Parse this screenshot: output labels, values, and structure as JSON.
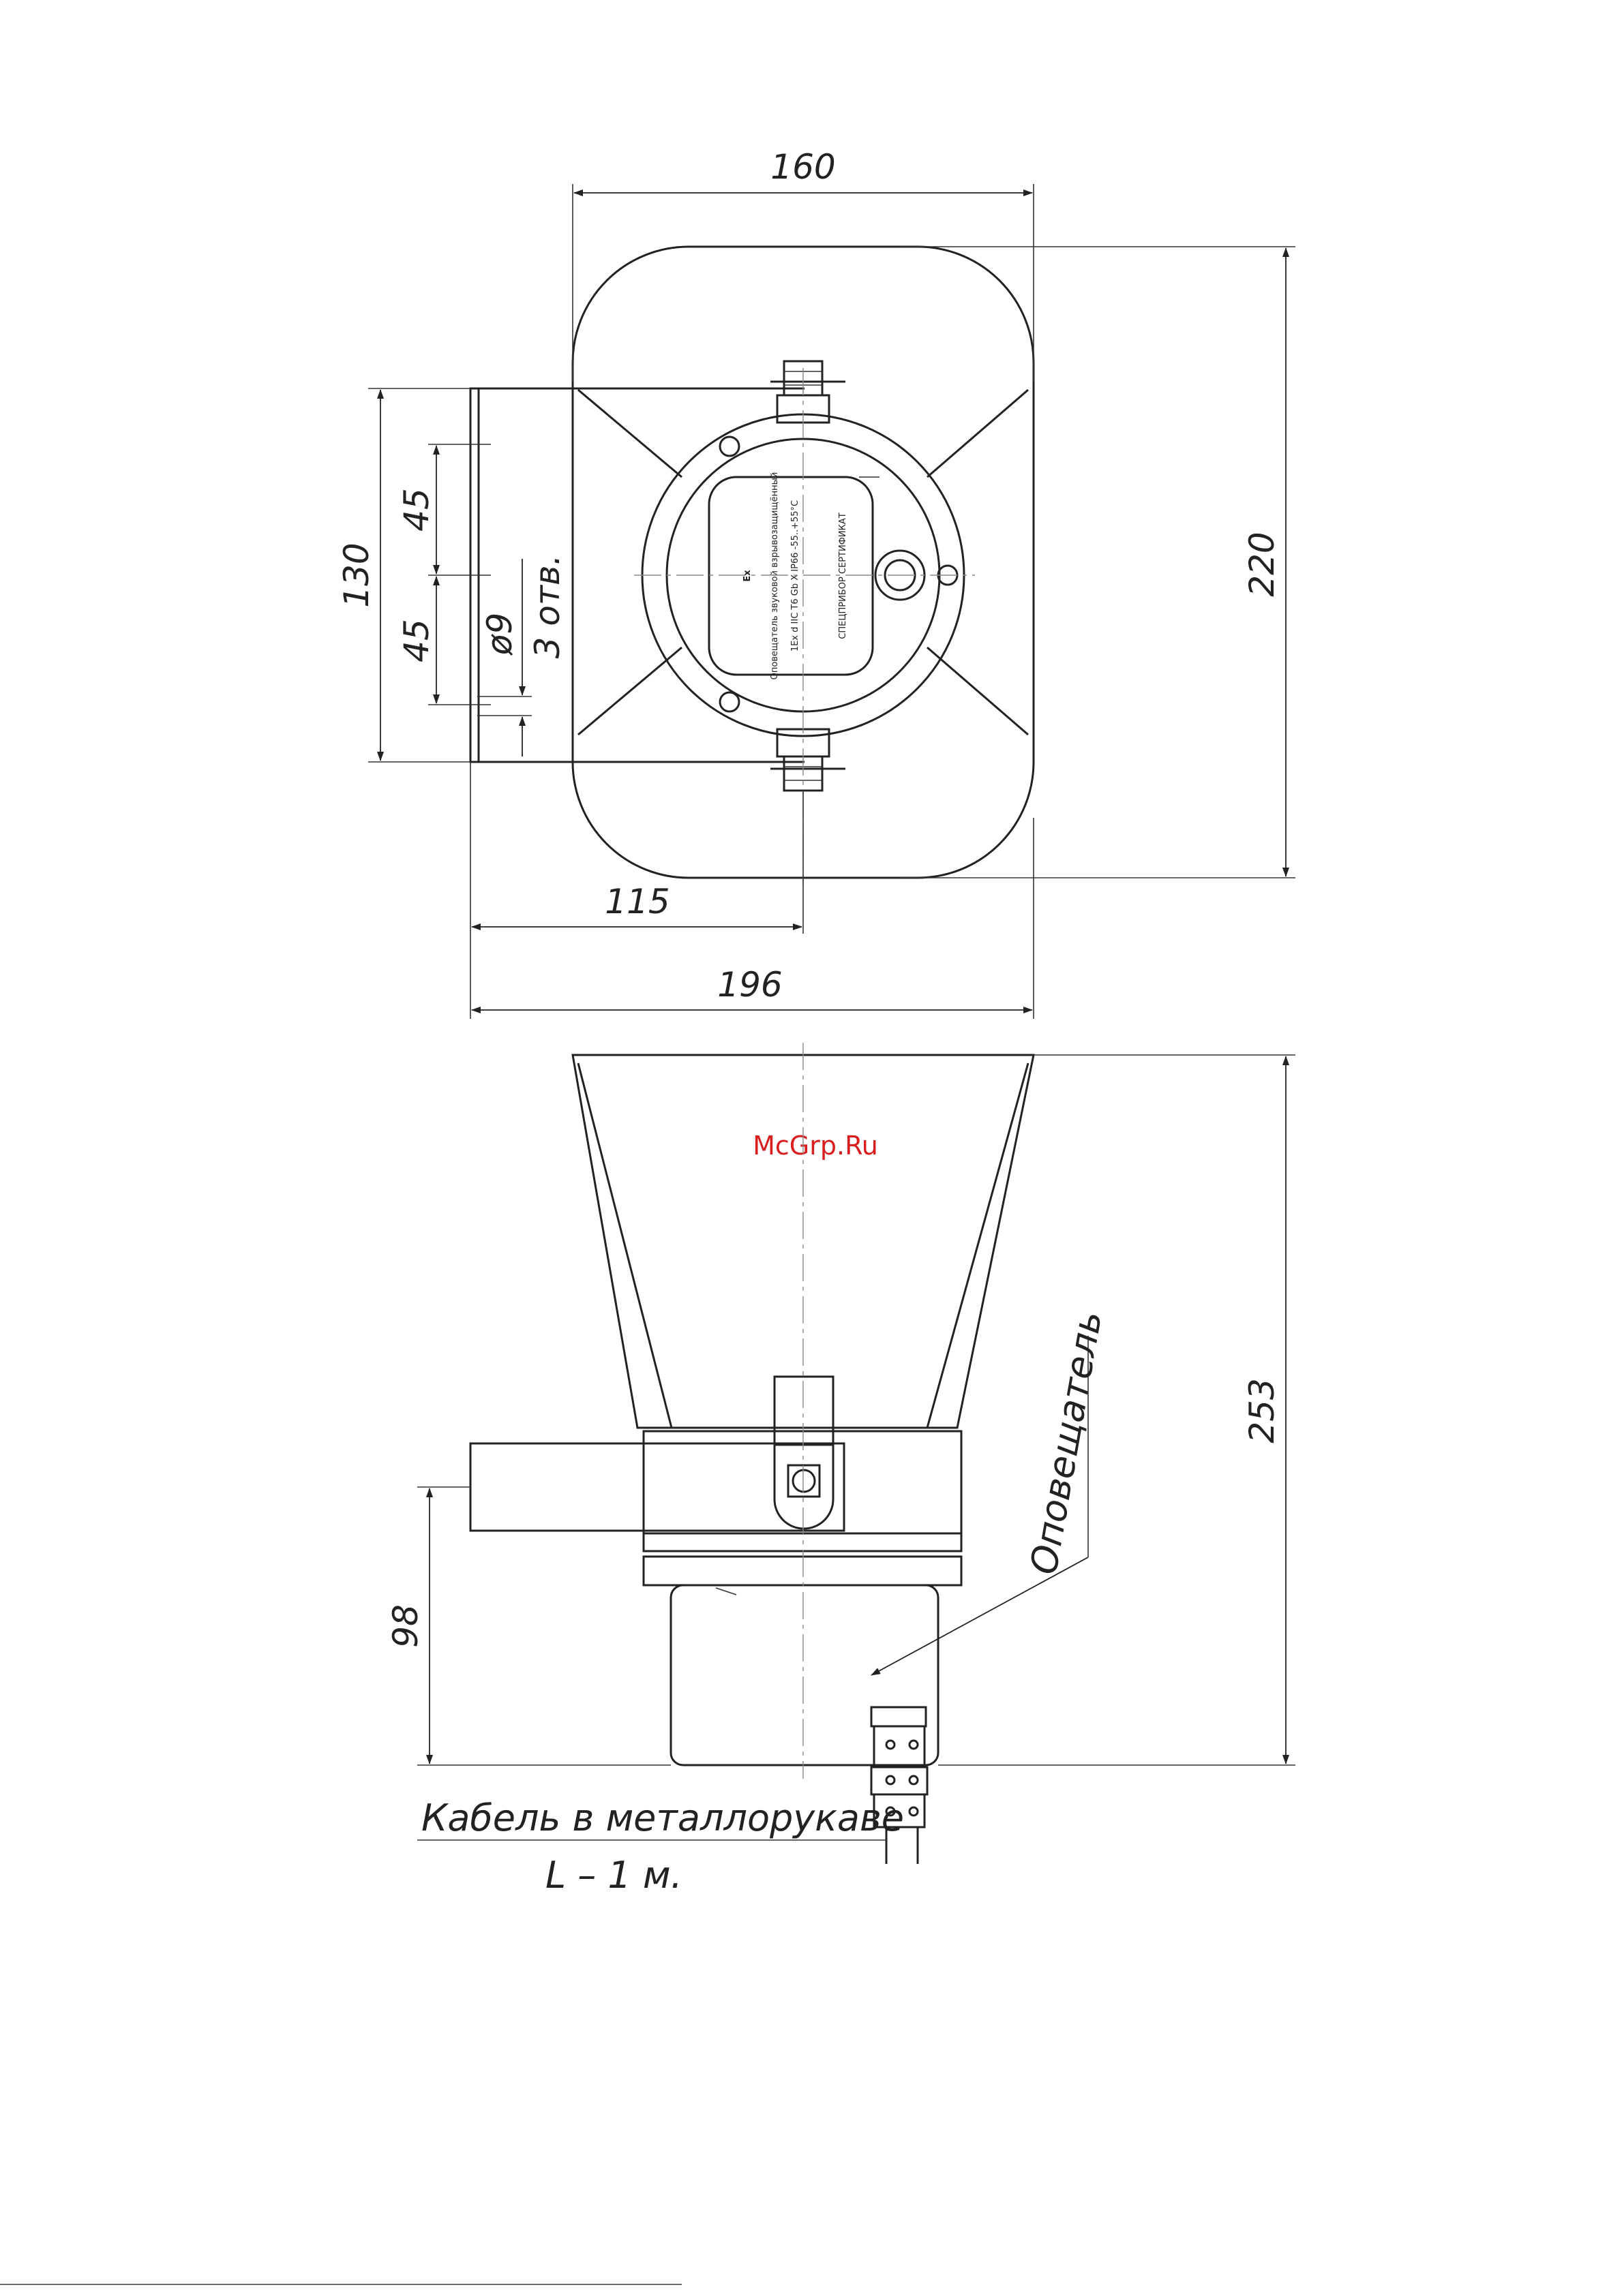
{
  "watermark": "McGrp.Ru",
  "top_view": {
    "dims": {
      "width_top": "160",
      "height_right": "220",
      "bracket_height": "130",
      "hole_spacing_upper": "45",
      "hole_spacing_lower": "45",
      "hole_diameter": "ø9",
      "hole_count": "3 отв.",
      "offset_115": "115",
      "overall_196": "196"
    },
    "plate": {
      "ex_mark": "Ex",
      "line1": "Оповещатель звуковой взрывозащищённый",
      "line2": "1Ex d IIC T6 Gb X IP66   -55..+55°C",
      "line3": "СПЕЦПРИБОР  СЕРТИФИКАТ"
    }
  },
  "side_view": {
    "dims": {
      "height_253": "253",
      "height_98": "98"
    },
    "leader_label": "Оповещатель",
    "cable_label": "Кабель в металлорукаве",
    "cable_length": "L – 1 м."
  }
}
